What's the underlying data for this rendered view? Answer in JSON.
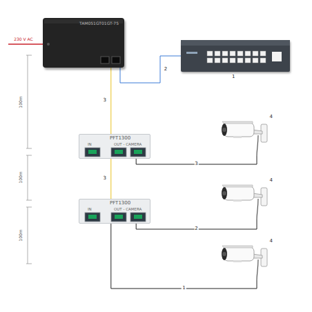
{
  "diagram": {
    "nodes": [
      {
        "text": [
          "TAM051GT01GT-75"
        ]
      },
      {
        "text": [
          "1"
        ]
      },
      {
        "text": [
          "PFT1300",
          "IN",
          "OUT - CAMERA"
        ]
      },
      {
        "text": [
          "4"
        ]
      },
      {
        "text": [
          "PFT1300",
          "IN",
          "OUT - CAMERA"
        ]
      },
      {
        "text": [
          "4"
        ]
      },
      {
        "text": [
          "4"
        ]
      }
    ],
    "edges": [
      {
        "from": 0,
        "to": 1,
        "label": "2",
        "arrow": "none"
      },
      {
        "from": 0,
        "to": 2,
        "label": "3",
        "arrow": "none"
      },
      {
        "from": 2,
        "to": 3,
        "label": "3",
        "arrow": "none"
      },
      {
        "from": 2,
        "to": 4,
        "label": "3",
        "arrow": "none"
      },
      {
        "from": 4,
        "to": 5,
        "label": "2",
        "arrow": "none"
      },
      {
        "from": 4,
        "to": 6,
        "label": "1",
        "arrow": "none"
      }
    ],
    "labels": [
      "230 V AC",
      "100m",
      "100m",
      "100m"
    ]
  }
}
